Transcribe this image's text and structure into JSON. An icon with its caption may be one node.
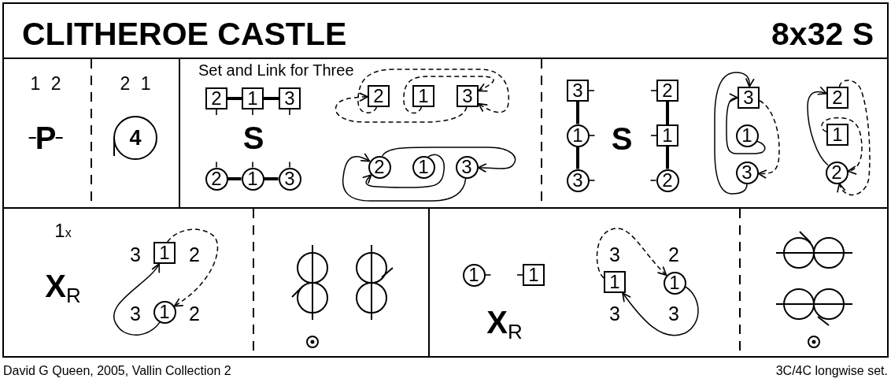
{
  "diagram": {
    "title": "CLITHEROE CASTLE",
    "nodes": [
      {
        "text": [
          "4"
        ]
      },
      {
        "text": [
          "2"
        ]
      },
      {
        "text": [
          "1"
        ]
      },
      {
        "text": [
          "3"
        ]
      },
      {
        "text": [
          "2"
        ]
      },
      {
        "text": [
          "1"
        ]
      },
      {
        "text": [
          "3"
        ]
      },
      {
        "text": [
          "2"
        ]
      },
      {
        "text": [
          "1"
        ]
      },
      {
        "text": [
          "3"
        ]
      },
      {
        "text": [
          "2"
        ]
      },
      {
        "text": [
          "1"
        ]
      },
      {
        "text": [
          "3"
        ]
      },
      {
        "text": [
          "3"
        ]
      },
      {
        "text": [
          "1"
        ]
      },
      {
        "text": [
          "3"
        ]
      },
      {
        "text": [
          "2"
        ]
      },
      {
        "text": [
          "1"
        ]
      },
      {
        "text": [
          "2"
        ]
      },
      {
        "text": [
          "3"
        ]
      },
      {
        "text": [
          "1"
        ]
      },
      {
        "text": [
          "3"
        ]
      },
      {
        "text": [
          "2"
        ]
      },
      {
        "text": [
          "1"
        ]
      },
      {
        "text": [
          "2"
        ]
      },
      {
        "text": [
          "1"
        ]
      },
      {
        "text": [
          "1"
        ]
      },
      {
        "text": [
          "1"
        ]
      },
      {
        "text": [
          "1"
        ]
      },
      {
        "text": [
          "1"
        ]
      },
      {
        "text": [
          "1"
        ]
      }
    ],
    "edges": [
      {
        "from": 1,
        "to": 2,
        "arrow": "none",
        "style": "thick"
      },
      {
        "from": 2,
        "to": 3,
        "arrow": "none",
        "style": "thick"
      },
      {
        "from": 4,
        "to": 5,
        "arrow": "none",
        "style": "thick"
      },
      {
        "from": 5,
        "to": 6,
        "arrow": "none",
        "style": "thick"
      },
      {
        "from": 7,
        "to": 9,
        "arrow": "to",
        "style": "dashed"
      },
      {
        "from": 8,
        "to": 9,
        "arrow": "to",
        "style": "dashed"
      },
      {
        "from": 9,
        "to": 7,
        "arrow": "to",
        "style": "dashed"
      },
      {
        "from": 10,
        "to": 12,
        "arrow": "to"
      },
      {
        "from": 11,
        "to": 10,
        "arrow": "to"
      },
      {
        "from": 12,
        "to": 10,
        "arrow": "to"
      },
      {
        "from": 13,
        "to": 14,
        "arrow": "none",
        "style": "thick"
      },
      {
        "from": 14,
        "to": 15,
        "arrow": "none",
        "style": "thick"
      },
      {
        "from": 16,
        "to": 17,
        "arrow": "none",
        "style": "thick"
      },
      {
        "from": 17,
        "to": 18,
        "arrow": "none",
        "style": "thick"
      },
      {
        "from": 19,
        "to": 21,
        "arrow": "to",
        "style": "dashed"
      },
      {
        "from": 20,
        "to": 19,
        "arrow": "to"
      },
      {
        "from": 21,
        "to": 19,
        "arrow": "to"
      },
      {
        "from": 22,
        "to": 24,
        "arrow": "to",
        "style": "dashed"
      },
      {
        "from": 23,
        "to": 24,
        "arrow": "to",
        "style": "dashed"
      },
      {
        "from": 24,
        "to": 22,
        "arrow": "to"
      },
      {
        "from": 25,
        "to": 26,
        "arrow": "to",
        "style": "dashed"
      },
      {
        "from": 26,
        "to": 25,
        "arrow": "to"
      },
      {
        "from": 29,
        "to": 30,
        "arrow": "to",
        "style": "dashed"
      },
      {
        "from": 30,
        "to": 29,
        "arrow": "to"
      }
    ],
    "labels": [
      "8x32 S",
      "1 2",
      "P",
      "2 1",
      "Set and Link for Three",
      "S",
      "S",
      "1$_{x}$",
      "**X**$_{R}$",
      "3",
      "2",
      "3",
      "2",
      "**X**$_{R}$",
      "3",
      "2",
      "3",
      "3",
      "David G Queen, 2005, Vallin Collection 2",
      "3C/4C longwise set."
    ]
  }
}
